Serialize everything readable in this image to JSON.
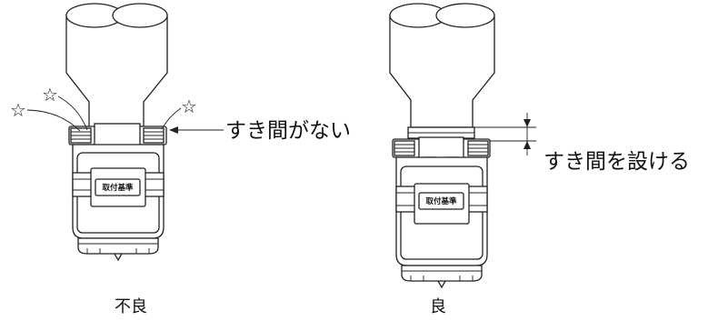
{
  "left_figure": {
    "callout": "すき間がない",
    "caption": "不良",
    "label_tag": "取付基準",
    "stars": [
      "☆",
      "☆",
      "☆"
    ]
  },
  "right_figure": {
    "callout": "すき間を設ける",
    "caption": "良",
    "label_tag": "取付基準"
  }
}
